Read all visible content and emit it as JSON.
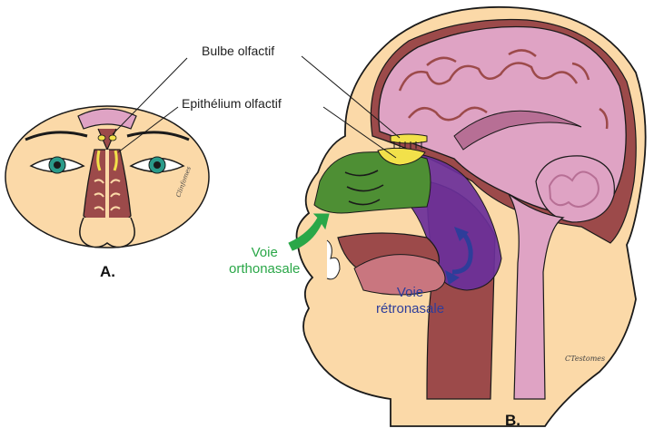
{
  "labels": {
    "bulbe": "Bulbe olfactif",
    "epithelium": "Epithélium olfactif",
    "voie_ortho": [
      "Voie",
      "orthonasale"
    ],
    "voie_retro": [
      "Voie",
      "rétronasale"
    ],
    "panel_a": "A.",
    "panel_b": "B.",
    "signature_a": "Clinfomes",
    "signature_b": "CTestomes"
  },
  "colors": {
    "skin": "#fbd9a8",
    "outline": "#1a1a1a",
    "brain": "#dfa3c4",
    "brain_dark": "#b76f95",
    "muscle": "#9c4a4a",
    "muscle_dark": "#6e2c2c",
    "olfactory_yellow": "#f2e14a",
    "ortho_green": "#2aa748",
    "nasal_green": "#4e8f34",
    "retro_purple": "#6a2f9a",
    "retro_text_blue": "#2e3d9a",
    "iris": "#2a9b8a"
  }
}
